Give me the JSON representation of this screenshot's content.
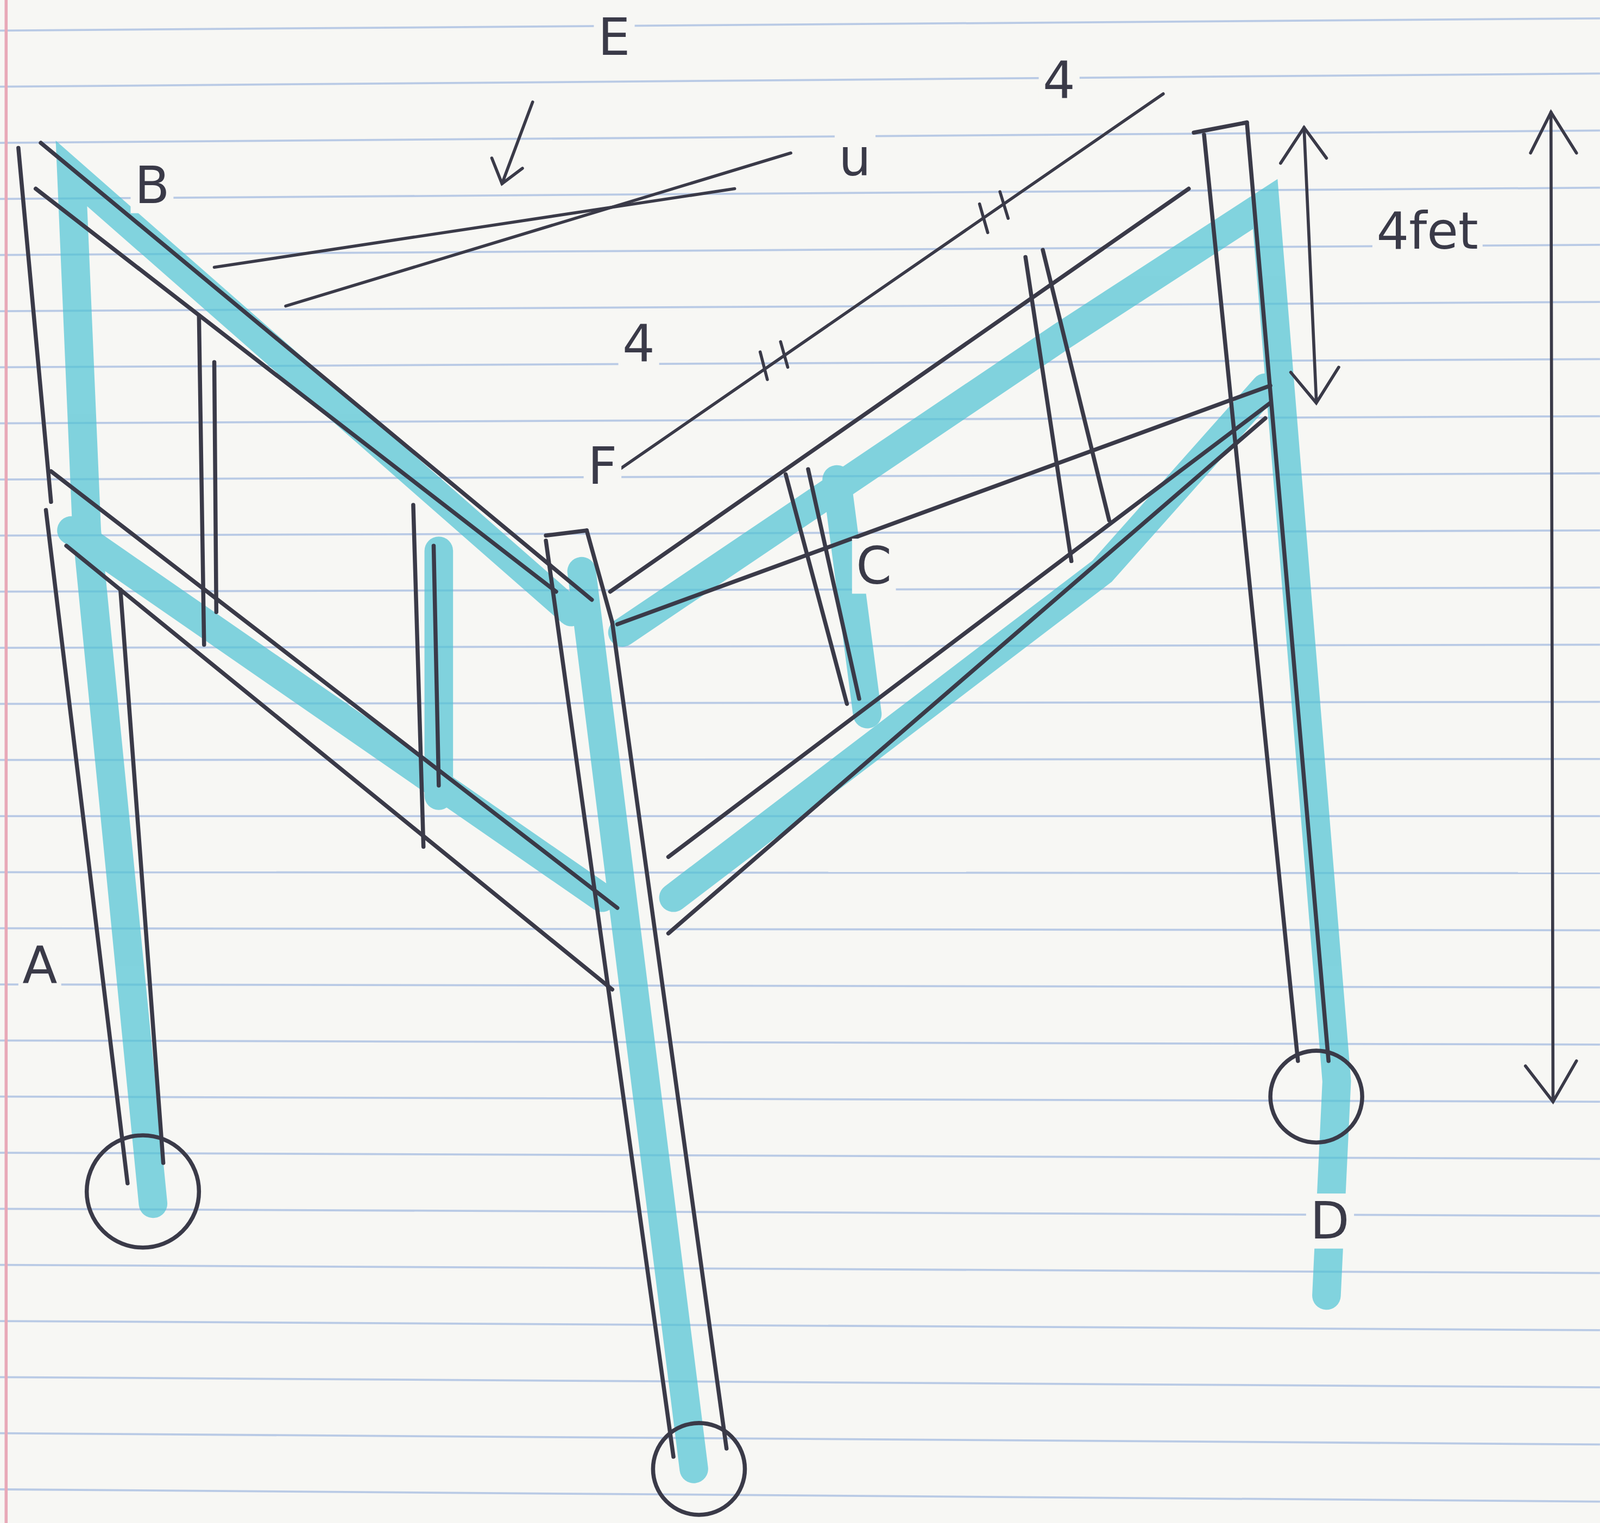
{
  "diagram": {
    "labels": [
      "E",
      "B",
      "4",
      "u",
      "4",
      "F",
      "C",
      "4fet",
      "D",
      "A"
    ]
  }
}
